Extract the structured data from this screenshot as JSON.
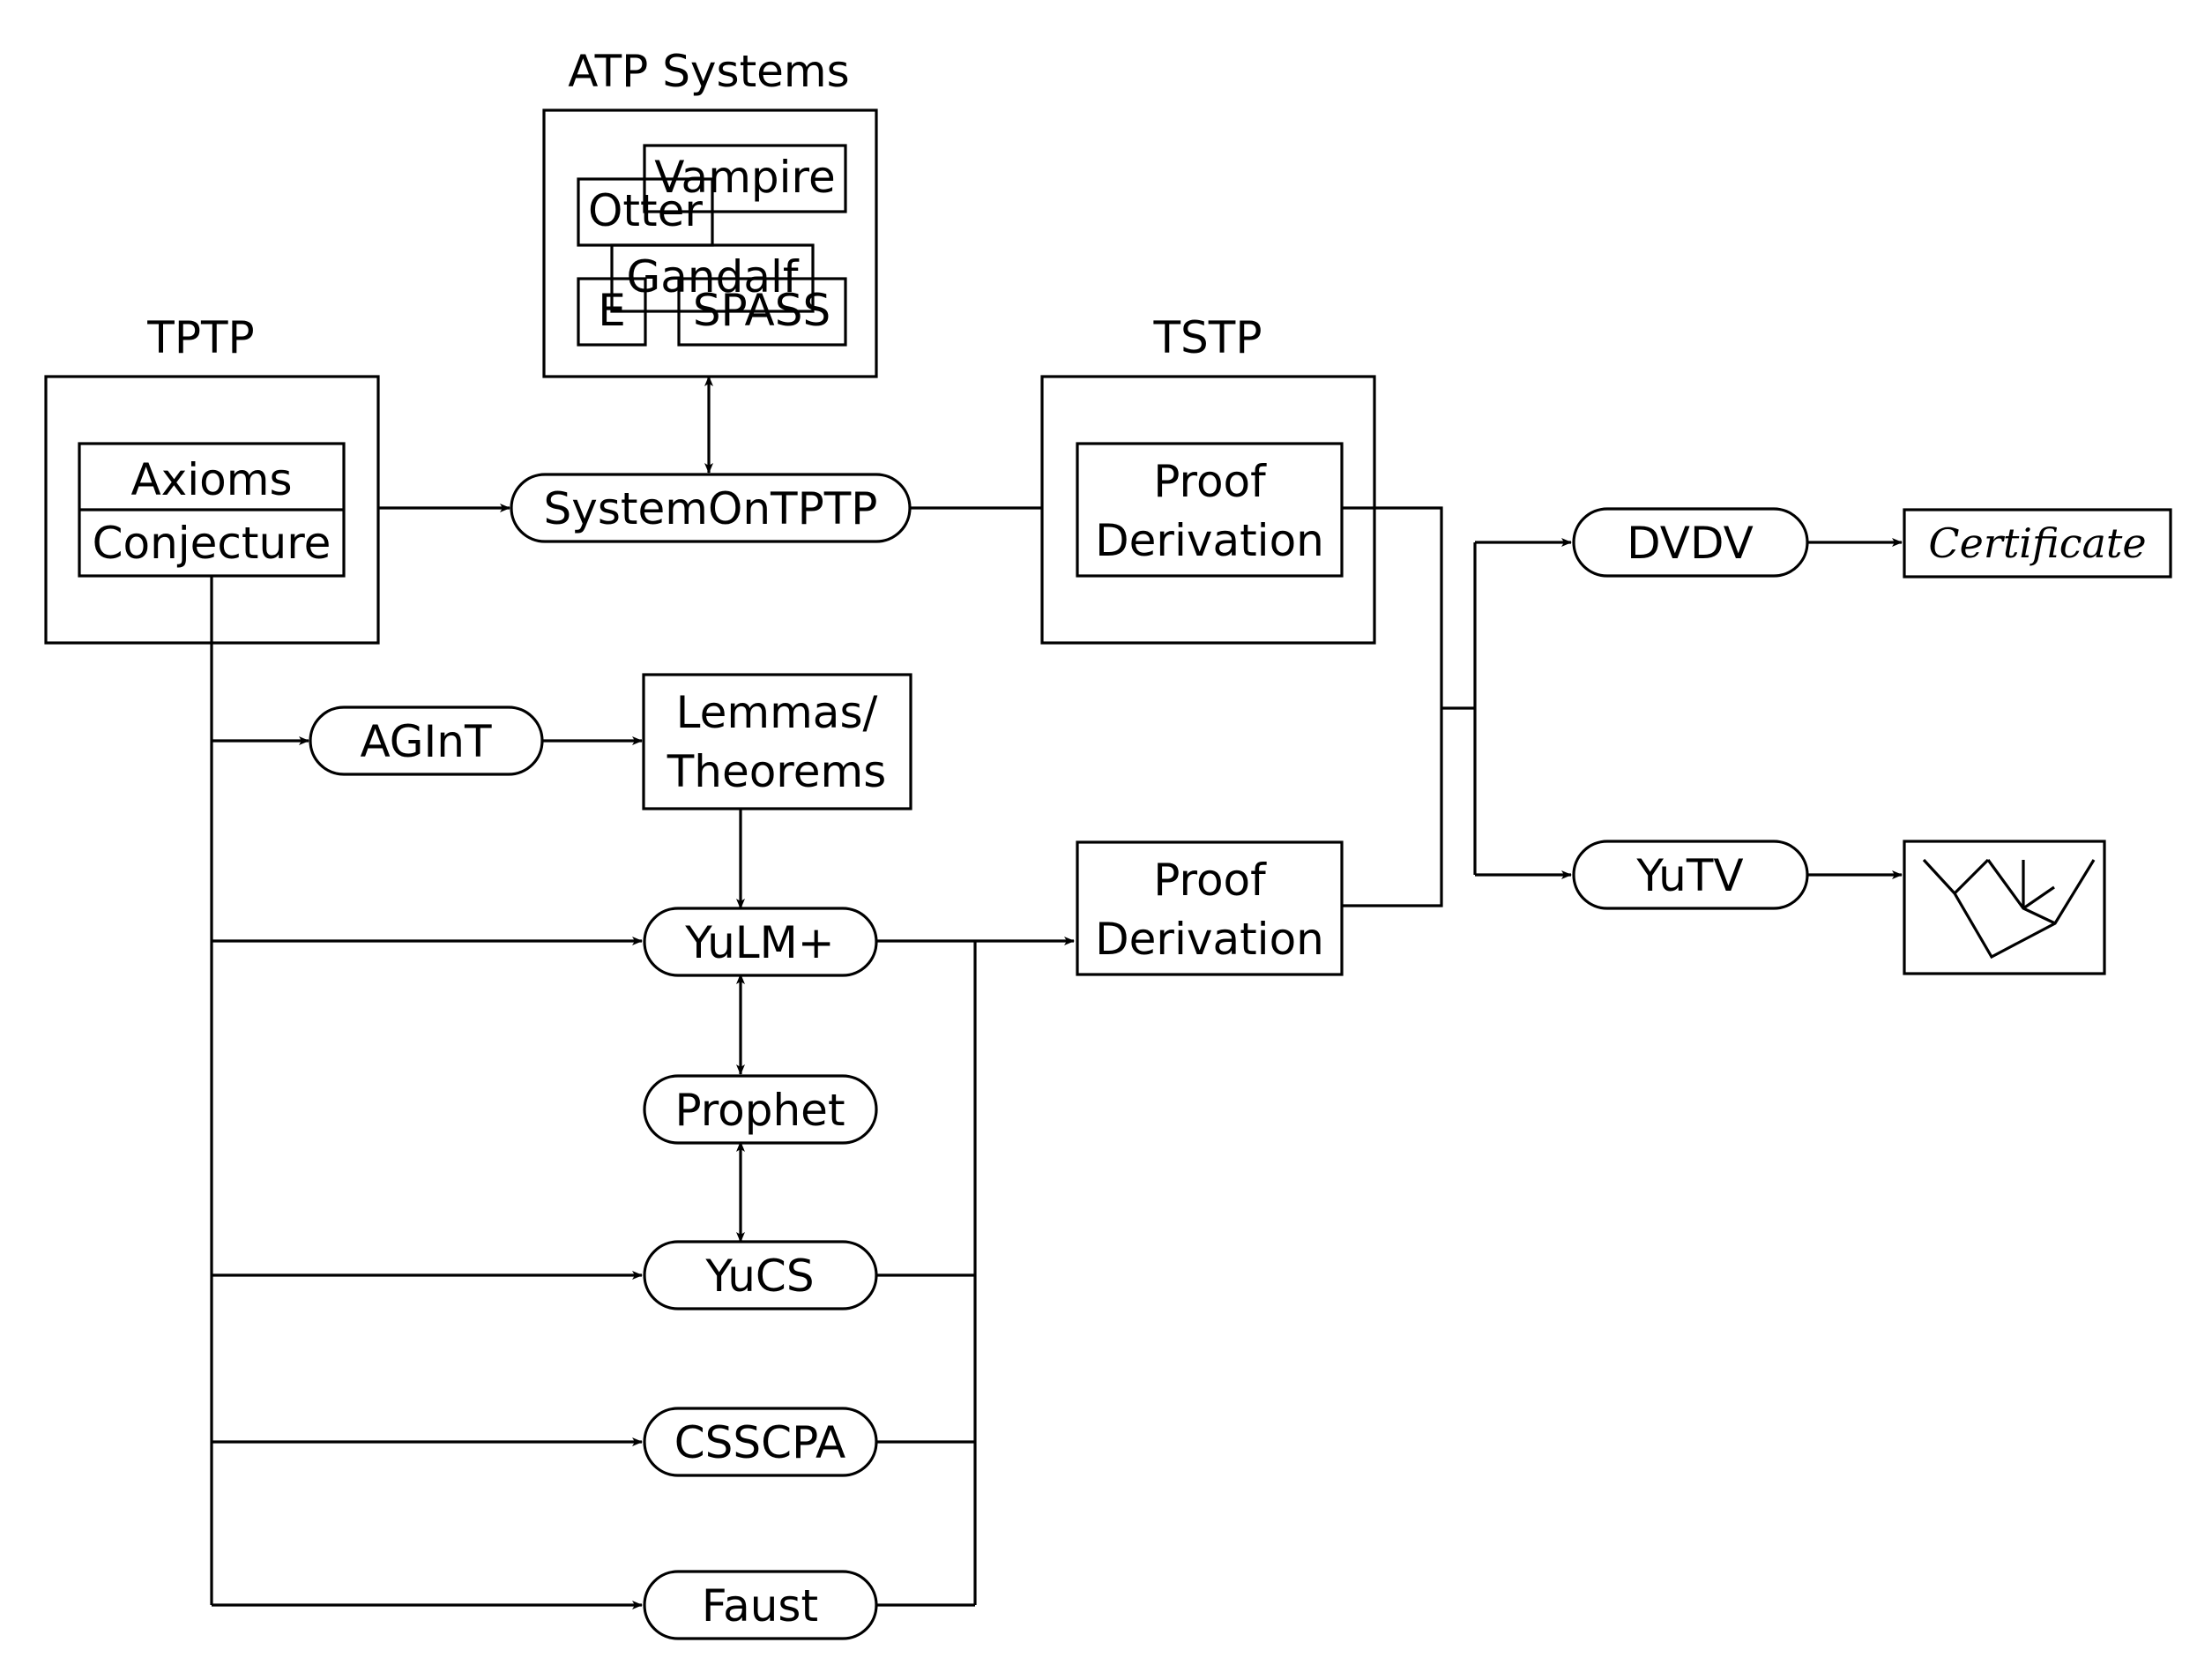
{
  "groups": {
    "atp_title": "ATP Systems",
    "tptp_title": "TPTP",
    "tstp_title": "TSTP"
  },
  "atp_systems": [
    "Vampire",
    "Otter",
    "Gandalf",
    "E",
    "SPASS"
  ],
  "tptp": {
    "axioms": "Axioms",
    "conjecture": "Conjecture"
  },
  "tools": {
    "systemontptp": "SystemOnTPTP",
    "agint": "AGInT",
    "yulm": "YuLM+",
    "prophet": "Prophet",
    "yucs": "YuCS",
    "csscpa": "CSSCPA",
    "faust": "Faust",
    "dvdv": "DVDV",
    "yutv": "YuTV"
  },
  "artifacts": {
    "proof1_line1": "Proof",
    "proof1_line2": "Derivation",
    "proof2_line1": "Proof",
    "proof2_line2": "Derivation",
    "lemmas_line1": "Lemmas/",
    "lemmas_line2": "Theorems",
    "certificate": "Certificate"
  }
}
